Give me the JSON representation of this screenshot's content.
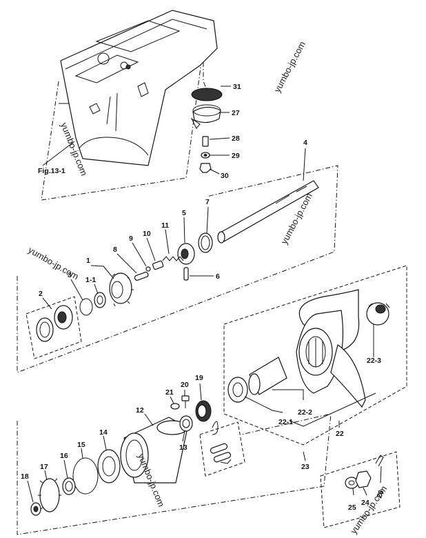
{
  "reference_label": "Fig.13-1",
  "watermark_text": "yumbo-jp.com",
  "part_labels": {
    "p1": "1",
    "p1_1": "1-1",
    "p2": "2",
    "p3": "3",
    "p4": "4",
    "p5": "5",
    "p6": "6",
    "p7": "7",
    "p8": "8",
    "p9": "9",
    "p10": "10",
    "p11": "11",
    "p12": "12",
    "p13": "13",
    "p14": "14",
    "p15": "15",
    "p16": "16",
    "p17": "17",
    "p18": "18",
    "p19": "19",
    "p20": "20",
    "p21": "21",
    "p22": "22",
    "p22_1": "22-1",
    "p22_2": "22-2",
    "p22_3": "22-3",
    "p23": "23",
    "p24": "24",
    "p25": "25",
    "p26": "26",
    "p27": "27",
    "p28": "28",
    "p29": "29",
    "p30": "30",
    "p31": "31"
  }
}
